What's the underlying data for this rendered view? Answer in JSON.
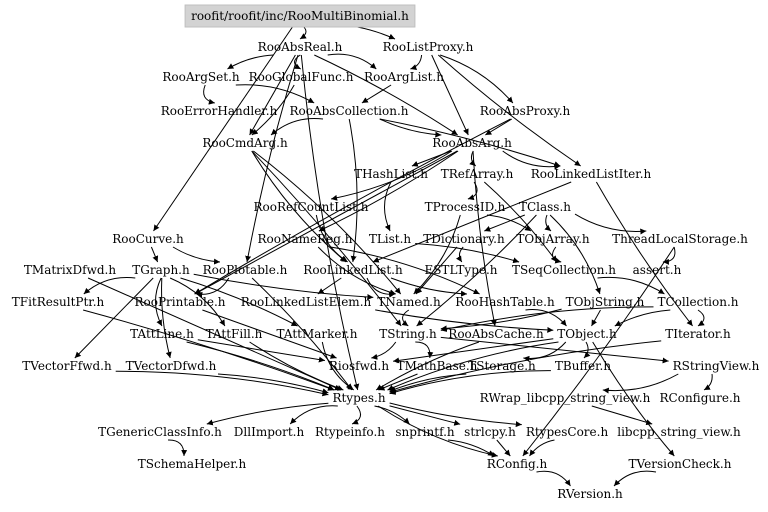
{
  "root": "roofit/roofit/inc/RooMultiBinomial.h",
  "highlight_color": "#d3d3d3",
  "nodes": {
    "root": "roofit/roofit/inc/RooMultiBinomial.h",
    "RooAbsReal": "RooAbsReal.h",
    "RooListProxy": "RooListProxy.h",
    "RooArgSet": "RooArgSet.h",
    "RooGlobalFunc": "RooGlobalFunc.h",
    "RooArgList": "RooArgList.h",
    "RooErrorHandler": "RooErrorHandler.h",
    "RooAbsCollection": "RooAbsCollection.h",
    "RooAbsProxy": "RooAbsProxy.h",
    "RooCmdArg": "RooCmdArg.h",
    "RooAbsArg": "RooAbsArg.h",
    "THashList": "THashList.h",
    "TRefArray": "TRefArray.h",
    "RooLinkedListIter": "RooLinkedListIter.h",
    "RooRefCountList": "RooRefCountList.h",
    "TProcessID": "TProcessID.h",
    "TClass": "TClass.h",
    "RooCurve": "RooCurve.h",
    "RooNameReg": "RooNameReg.h",
    "TList": "TList.h",
    "TDictionary": "TDictionary.h",
    "TObjArray": "TObjArray.h",
    "ThreadLocalStorage": "ThreadLocalStorage.h",
    "TMatrixDfwd": "TMatrixDfwd.h",
    "TGraph": "TGraph.h",
    "RooPlotable": "RooPlotable.h",
    "RooLinkedList": "RooLinkedList.h",
    "ESTLType": "ESTLType.h",
    "TSeqCollection": "TSeqCollection.h",
    "assert": "assert.h",
    "TFitResultPtr": "TFitResultPtr.h",
    "RooPrintable": "RooPrintable.h",
    "RooLinkedListElem": "RooLinkedListElem.h",
    "TNamed": "TNamed.h",
    "RooHashTable": "RooHashTable.h",
    "TObjString": "TObjString.h",
    "TCollection": "TCollection.h",
    "TAttLine": "TAttLine.h",
    "TAttFill": "TAttFill.h",
    "TAttMarker": "TAttMarker.h",
    "TString": "TString.h",
    "RooAbsCache": "RooAbsCache.h",
    "TObject": "TObject.h",
    "TIterator": "TIterator.h",
    "TVectorFfwd": "TVectorFfwd.h",
    "TVectorDfwd": "TVectorDfwd.h",
    "Riosfwd": "Riosfwd.h",
    "TMathBase": "TMathBase.h",
    "TStorage": "TStorage.h",
    "TBuffer": "TBuffer.h",
    "RStringView": "RStringView.h",
    "Rtypes": "Rtypes.h",
    "RWrap_libcpp_string_view": "RWrap_libcpp_string_view.h",
    "RConfigure": "RConfigure.h",
    "TGenericClassInfo": "TGenericClassInfo.h",
    "DllImport": "DllImport.h",
    "Rtypeinfo": "Rtypeinfo.h",
    "snprintf": "snprintf.h",
    "strlcpy": "strlcpy.h",
    "RtypesCore": "RtypesCore.h",
    "libcpp_string_view": "libcpp_string_view.h",
    "TSchemaHelper": "TSchemaHelper.h",
    "RConfig": "RConfig.h",
    "TVersionCheck": "TVersionCheck.h",
    "RVersion": "RVersion.h"
  },
  "edges": [
    [
      "root",
      "RooAbsReal"
    ],
    [
      "root",
      "RooListProxy"
    ],
    [
      "root",
      "RooCurve"
    ],
    [
      "RooAbsReal",
      "RooArgSet"
    ],
    [
      "RooAbsReal",
      "RooGlobalFunc"
    ],
    [
      "RooAbsReal",
      "RooArgList"
    ],
    [
      "RooAbsReal",
      "RooAbsArg"
    ],
    [
      "RooAbsReal",
      "RooCmdArg"
    ],
    [
      "RooAbsReal",
      "RooPlotable"
    ],
    [
      "RooAbsReal",
      "Rtypes"
    ],
    [
      "RooListProxy",
      "RooAbsProxy"
    ],
    [
      "RooListProxy",
      "RooArgList"
    ],
    [
      "RooListProxy",
      "RooAbsArg"
    ],
    [
      "RooListProxy",
      "RooLinkedListIter"
    ],
    [
      "RooArgSet",
      "RooErrorHandler"
    ],
    [
      "RooArgSet",
      "RooAbsCollection"
    ],
    [
      "RooGlobalFunc",
      "RooCmdArg"
    ],
    [
      "RooArgList",
      "RooAbsCollection"
    ],
    [
      "RooAbsCollection",
      "RooAbsArg"
    ],
    [
      "RooAbsCollection",
      "RooCmdArg"
    ],
    [
      "RooAbsCollection",
      "RooLinkedList"
    ],
    [
      "RooAbsCollection",
      "RooLinkedListIter"
    ],
    [
      "RooAbsProxy",
      "RooAbsArg"
    ],
    [
      "RooAbsProxy",
      "RooPrintable"
    ],
    [
      "RooCmdArg",
      "RooLinkedList"
    ],
    [
      "RooCmdArg",
      "TNamed"
    ],
    [
      "RooCmdArg",
      "TString"
    ],
    [
      "RooAbsArg",
      "THashList"
    ],
    [
      "RooAbsArg",
      "TRefArray"
    ],
    [
      "RooAbsArg",
      "RooLinkedListIter"
    ],
    [
      "RooAbsArg",
      "RooRefCountList"
    ],
    [
      "RooAbsArg",
      "RooNameReg"
    ],
    [
      "RooAbsArg",
      "RooPrintable"
    ],
    [
      "RooAbsArg",
      "RooAbsCache"
    ],
    [
      "THashList",
      "TList"
    ],
    [
      "TRefArray",
      "TProcessID"
    ],
    [
      "TRefArray",
      "TSeqCollection"
    ],
    [
      "RooLinkedListIter",
      "RooLinkedList"
    ],
    [
      "RooLinkedListIter",
      "TIterator"
    ],
    [
      "RooRefCountList",
      "RooLinkedList"
    ],
    [
      "TProcessID",
      "TNamed"
    ],
    [
      "TProcessID",
      "TObjArray"
    ],
    [
      "TClass",
      "TDictionary"
    ],
    [
      "TClass",
      "TObjArray"
    ],
    [
      "TClass",
      "ThreadLocalStorage"
    ],
    [
      "TClass",
      "TObjString"
    ],
    [
      "TClass",
      "TString"
    ],
    [
      "RooCurve",
      "TGraph"
    ],
    [
      "RooCurve",
      "RooPlotable"
    ],
    [
      "RooNameReg",
      "TNamed"
    ],
    [
      "RooNameReg",
      "RooHashTable"
    ],
    [
      "TList",
      "TSeqCollection"
    ],
    [
      "TDictionary",
      "TNamed"
    ],
    [
      "TDictionary",
      "ESTLType"
    ],
    [
      "TObjArray",
      "TSeqCollection"
    ],
    [
      "ThreadLocalStorage",
      "assert"
    ],
    [
      "ThreadLocalStorage",
      "RConfig"
    ],
    [
      "TMatrixDfwd",
      "Rtypes"
    ],
    [
      "TGraph",
      "TNamed"
    ],
    [
      "TGraph",
      "TAttLine"
    ],
    [
      "TGraph",
      "TAttFill"
    ],
    [
      "TGraph",
      "TAttMarker"
    ],
    [
      "TGraph",
      "TVectorFfwd"
    ],
    [
      "TGraph",
      "TVectorDfwd"
    ],
    [
      "TGraph",
      "TFitResultPtr"
    ],
    [
      "RooPlotable",
      "RooPrintable"
    ],
    [
      "RooPlotable",
      "Rtypes"
    ],
    [
      "RooLinkedList",
      "RooLinkedListElem"
    ],
    [
      "RooLinkedList",
      "RooHashTable"
    ],
    [
      "RooLinkedList",
      "TNamed"
    ],
    [
      "TSeqCollection",
      "TCollection"
    ],
    [
      "TFitResultPtr",
      "Rtypes"
    ],
    [
      "RooPrintable",
      "Riosfwd"
    ],
    [
      "RooLinkedListElem",
      "TObject"
    ],
    [
      "TNamed",
      "TString"
    ],
    [
      "RooHashTable",
      "TObject"
    ],
    [
      "TObjString",
      "TString"
    ],
    [
      "TObjString",
      "TObject"
    ],
    [
      "TCollection",
      "TObject"
    ],
    [
      "TCollection",
      "TString"
    ],
    [
      "TCollection",
      "TIterator"
    ],
    [
      "TAttLine",
      "Rtypes"
    ],
    [
      "TAttLine",
      "Riosfwd"
    ],
    [
      "TAttFill",
      "Rtypes"
    ],
    [
      "TAttMarker",
      "Rtypes"
    ],
    [
      "TString",
      "TMathBase"
    ],
    [
      "TString",
      "Riosfwd"
    ],
    [
      "TString",
      "RStringView"
    ],
    [
      "RooAbsCache",
      "Rtypes"
    ],
    [
      "TObject",
      "Rtypes"
    ],
    [
      "TObject",
      "TStorage"
    ],
    [
      "TObject",
      "TBuffer"
    ],
    [
      "TObject",
      "Riosfwd"
    ],
    [
      "TObject",
      "TVersionCheck"
    ],
    [
      "TIterator",
      "Rtypes"
    ],
    [
      "TVectorFfwd",
      "Rtypes"
    ],
    [
      "TVectorDfwd",
      "Rtypes"
    ],
    [
      "TMathBase",
      "Rtypes"
    ],
    [
      "TStorage",
      "Rtypes"
    ],
    [
      "TBuffer",
      "Rtypes"
    ],
    [
      "RStringView",
      "RWrap_libcpp_string_view"
    ],
    [
      "RStringView",
      "RConfigure"
    ],
    [
      "RWrap_libcpp_string_view",
      "libcpp_string_view"
    ],
    [
      "Rtypes",
      "TGenericClassInfo"
    ],
    [
      "Rtypes",
      "DllImport"
    ],
    [
      "Rtypes",
      "Rtypeinfo"
    ],
    [
      "Rtypes",
      "snprintf"
    ],
    [
      "Rtypes",
      "strlcpy"
    ],
    [
      "Rtypes",
      "RtypesCore"
    ],
    [
      "Rtypes",
      "RConfig"
    ],
    [
      "TGenericClassInfo",
      "TSchemaHelper"
    ],
    [
      "snprintf",
      "RConfig"
    ],
    [
      "strlcpy",
      "RConfig"
    ],
    [
      "RtypesCore",
      "RConfig"
    ],
    [
      "TVersionCheck",
      "RVersion"
    ],
    [
      "RConfig",
      "RVersion"
    ]
  ]
}
